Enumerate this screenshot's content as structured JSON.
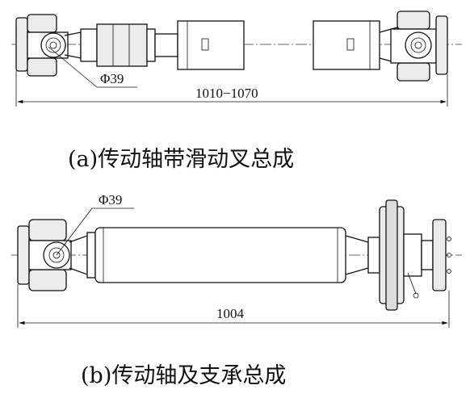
{
  "figure_a": {
    "diameter_label": "Φ39",
    "length_label": "1010−1070",
    "caption": "(a)传动轴带滑动叉总成"
  },
  "figure_b": {
    "diameter_label": "Φ39",
    "length_label": "1004",
    "caption": "(b)传动轴及支承总成"
  }
}
